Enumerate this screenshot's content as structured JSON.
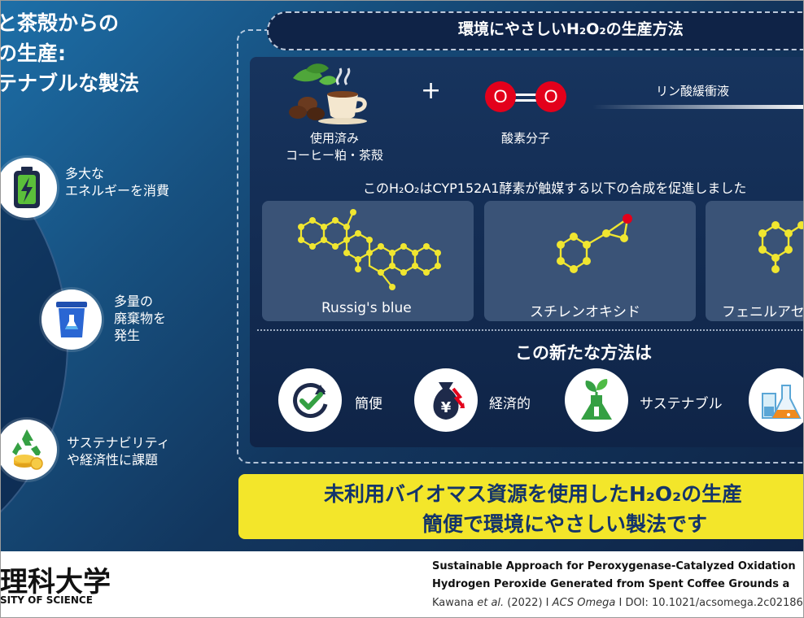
{
  "left": {
    "title_lines": [
      "と茶殻からの",
      "の生産:",
      "テナブルな製法"
    ],
    "items": [
      {
        "label_lines": [
          "多大な",
          "エネルギーを消費"
        ],
        "icon": "battery-icon"
      },
      {
        "label_lines": [
          "多量の",
          "廃棄物を",
          "発生"
        ],
        "icon": "trash-bin-icon"
      },
      {
        "label_lines": [
          "サステナビリティ",
          "や経済性に課題"
        ],
        "icon": "recycle-icon"
      }
    ]
  },
  "method": {
    "title": "環境にやさしいH₂O₂の生産方法",
    "input1_lines": [
      "使用済み",
      "コーヒー粕・茶殻"
    ],
    "plus": "+",
    "oxygen_atom1": "O",
    "oxygen_atom2": "O",
    "input2_label": "酸素分子",
    "buffer_label": "リン酸緩衝液",
    "sentence": "このH₂O₂はCYP152A1酵素が触媒する以下の合成を促進しました",
    "molecules": [
      "Russig's blue",
      "スチレンオキシド",
      "フェニルアセ"
    ],
    "features_title": "この新たな方法は",
    "features": [
      {
        "label": "簡便",
        "icon": "refresh-check-icon"
      },
      {
        "label": "経済的",
        "icon": "money-bag-icon"
      },
      {
        "label": "サステナブル",
        "icon": "plant-flask-icon"
      },
      {
        "label": "",
        "icon": "lab-glassware-icon"
      }
    ]
  },
  "conclusion": {
    "line1": "未利用バイオマス資源を使用したH₂O₂の生産",
    "line2": "簡便で環境にやさしい製法です"
  },
  "footer": {
    "logo_jp": "理科大学",
    "logo_en": "SITY OF SCIENCE",
    "paper_title_line1": "Sustainable Approach for Peroxygenase-Catalyzed Oxidation",
    "paper_title_line2": "Hydrogen Peroxide Generated from Spent Coffee Grounds a",
    "citation_authors": "Kawana",
    "citation_etal": " et al.",
    "citation_year": " (2022) I ",
    "citation_journal": "ACS Omega",
    "citation_doi": " I DOI: 10.1021/acsomega.2c02186"
  },
  "colors": {
    "background_top": "#1d6fa8",
    "background_bottom": "#0f2547",
    "highlight_yellow": "#f3e62a",
    "conclusion_text": "#14346a",
    "molecule_atom": "#f0e630",
    "oxygen_red": "#e3001b"
  }
}
